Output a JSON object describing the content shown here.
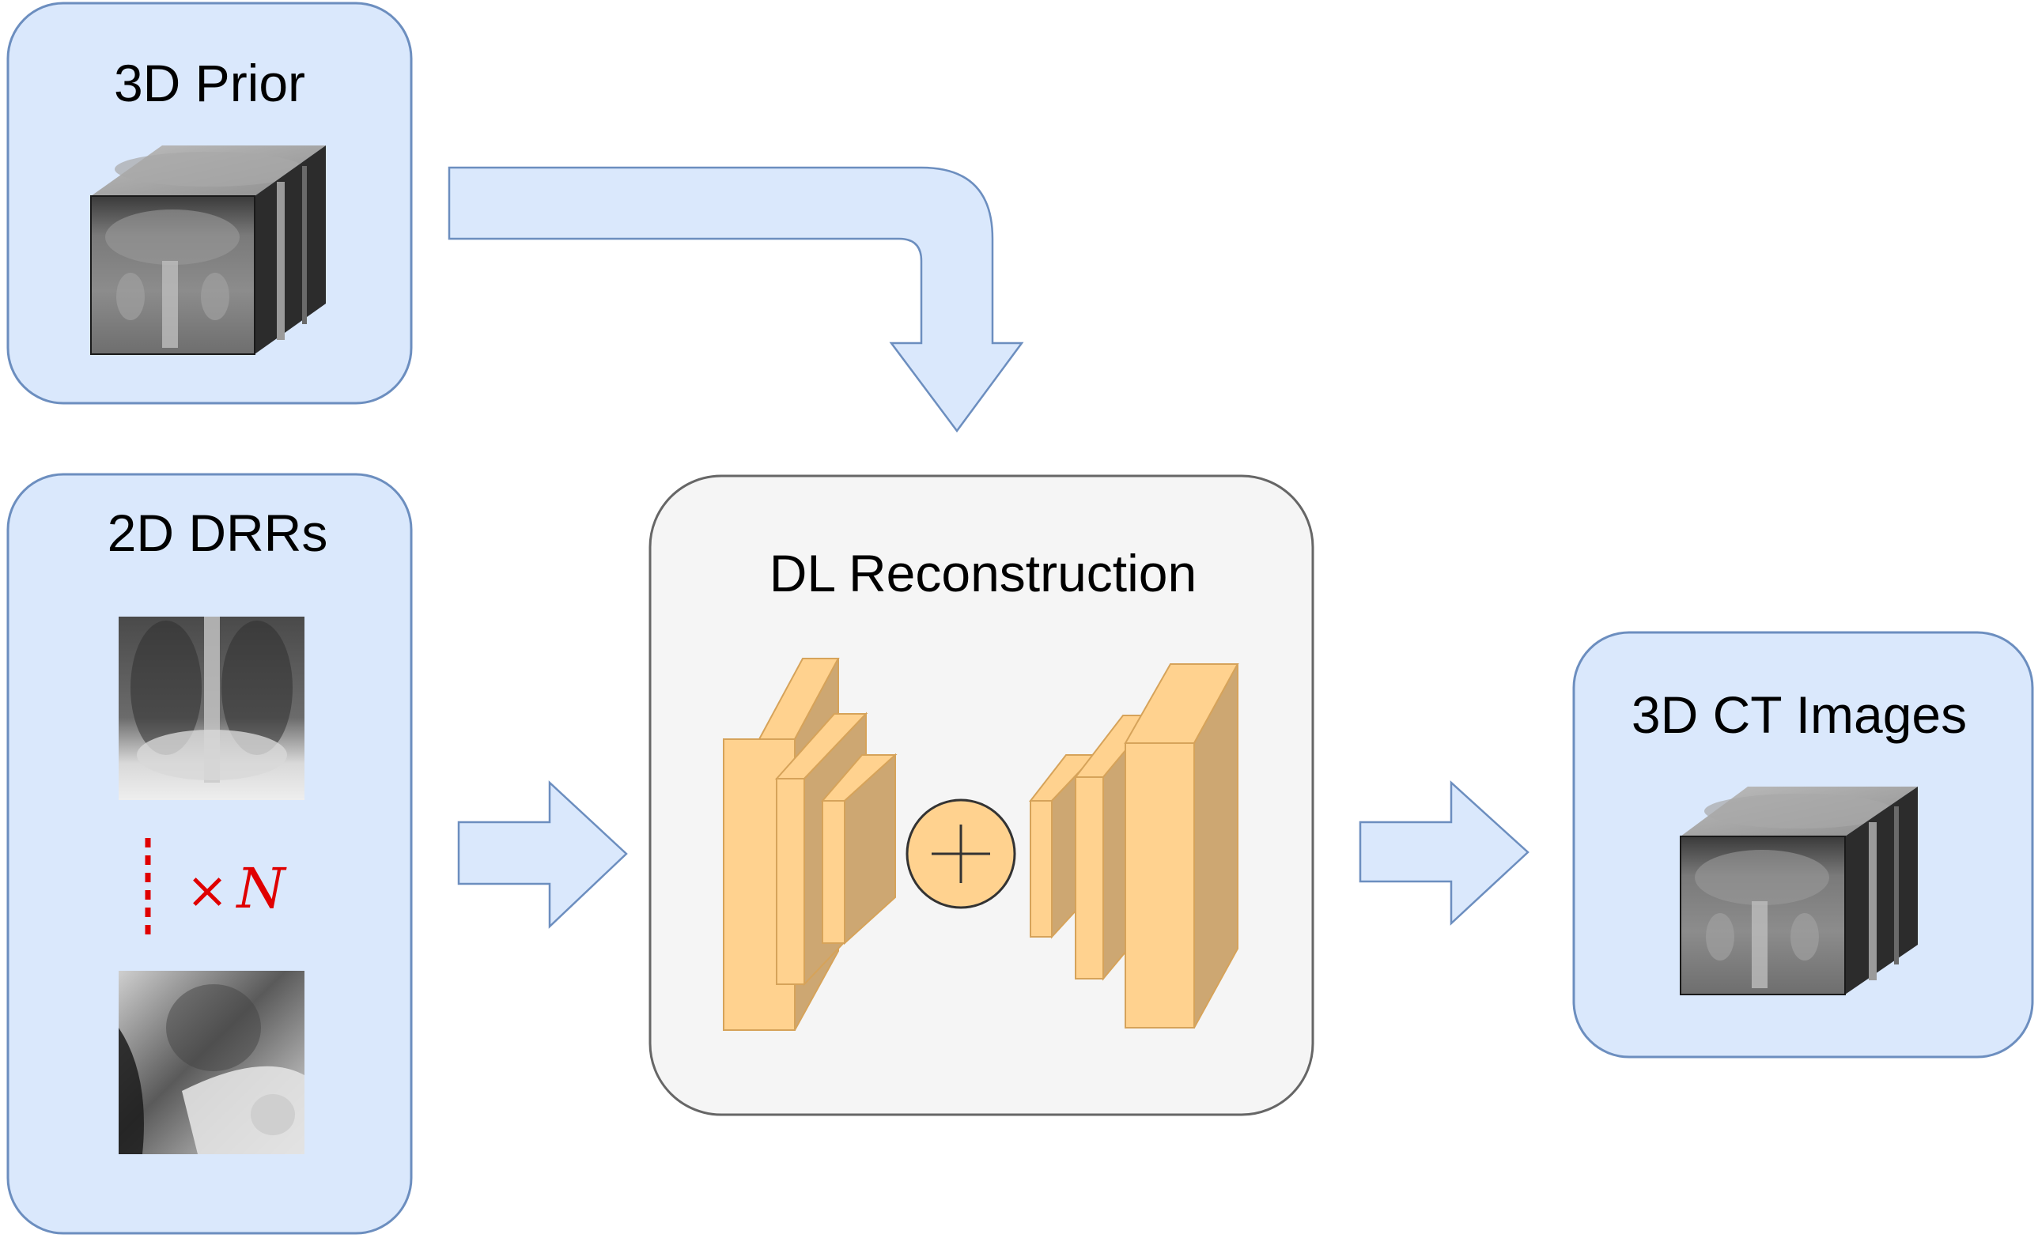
{
  "colors": {
    "panel_fill": "#dae8fc",
    "panel_stroke": "#6c8ebf",
    "center_fill": "#f5f5f5",
    "center_stroke": "#666666",
    "layer_front": "#ffd28f",
    "layer_side": "#cda772",
    "layer_stroke": "#d6a35a",
    "dots_red": "#e00000"
  },
  "prior": {
    "title": "3D Prior",
    "icon": "ct-volume-cube"
  },
  "drrs": {
    "title": "2D DRRs",
    "frontal_icon": "frontal-chest-xray",
    "lateral_icon": "lateral-chest-xray",
    "multiplier_symbol": "×",
    "multiplier_var": "N"
  },
  "recon": {
    "title": "DL Reconstruction",
    "operator": "+"
  },
  "output": {
    "title": "3D CT Images",
    "icon": "ct-volume-cube"
  }
}
